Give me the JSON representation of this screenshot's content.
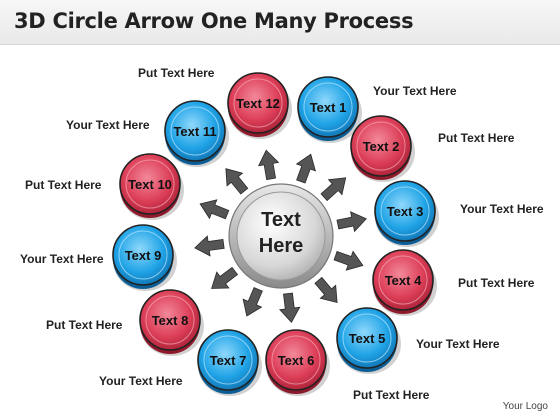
{
  "title": "3D Circle Arrow One Many Process",
  "center_text": [
    "Text",
    "Here"
  ],
  "logo": "Your Logo",
  "colors": {
    "red": "#e0405a",
    "blue": "#22a4e6",
    "center": "#cfcfcf",
    "arrow": "#555555"
  },
  "nodes": [
    {
      "label": "Text 12",
      "color": "red",
      "side_label": "Put Text Here"
    },
    {
      "label": "Text 1",
      "color": "blue",
      "side_label": "Your Text Here"
    },
    {
      "label": "Text 2",
      "color": "red",
      "side_label": "Put Text Here"
    },
    {
      "label": "Text 3",
      "color": "blue",
      "side_label": "Your Text Here"
    },
    {
      "label": "Text 4",
      "color": "red",
      "side_label": "Put Text Here"
    },
    {
      "label": "Text 5",
      "color": "blue",
      "side_label": "Your Text Here"
    },
    {
      "label": "Text 6",
      "color": "red",
      "side_label": "Put Text Here"
    },
    {
      "label": "Text 7",
      "color": "blue",
      "side_label": "Your Text Here"
    },
    {
      "label": "Text 8",
      "color": "red",
      "side_label": "Put Text Here"
    },
    {
      "label": "Text 9",
      "color": "blue",
      "side_label": "Your Text Here"
    },
    {
      "label": "Text 10",
      "color": "red",
      "side_label": "Put Text Here"
    },
    {
      "label": "Text 11",
      "color": "blue",
      "side_label": "Your Text Here"
    }
  ]
}
